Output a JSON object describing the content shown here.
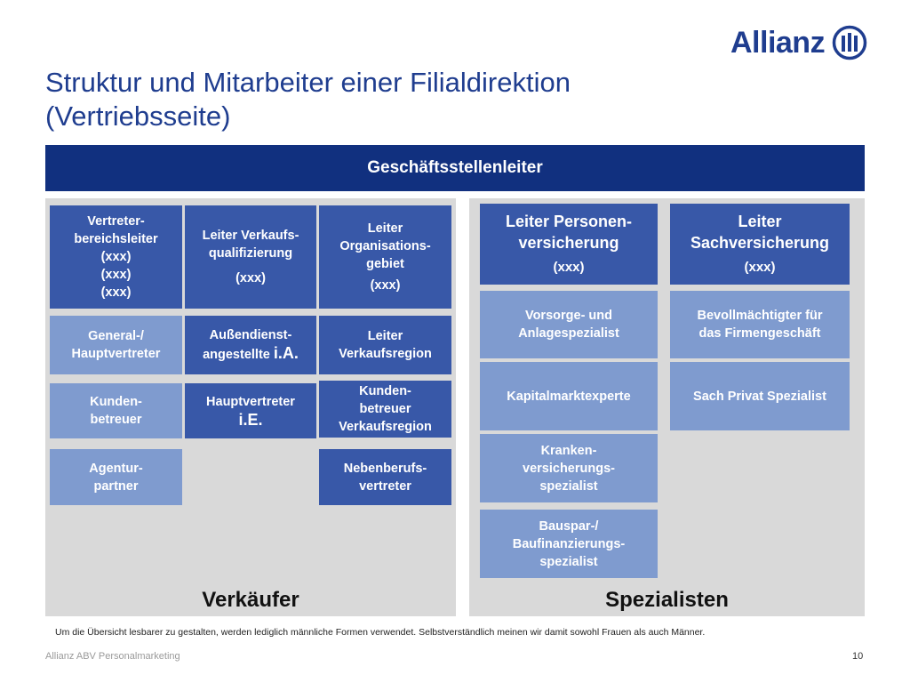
{
  "brand": {
    "name": "Allianz",
    "color": "#1f3d8f"
  },
  "title": {
    "line1": "Struktur und Mitarbeiter einer Filialdirektion",
    "line2": "(Vertriebsseite)"
  },
  "header": "Geschäftsstellenleiter",
  "left_panel": {
    "label": "Verkäufer",
    "top_row": [
      {
        "lines": [
          "Vertreter-",
          "bereichsleiter",
          "(xxx)",
          "(xxx)",
          "(xxx)"
        ]
      },
      {
        "lines": [
          "Leiter Verkaufs-",
          "qualifizierung",
          "(xxx)"
        ]
      },
      {
        "lines": [
          "Leiter",
          "Organisations-",
          "gebiet",
          "(xxx)"
        ]
      }
    ],
    "col1": [
      {
        "lines": [
          "General-/",
          "Hauptvertreter"
        ]
      },
      {
        "lines": [
          "Kunden-",
          "betreuer"
        ]
      },
      {
        "lines": [
          "Agentur-",
          "partner"
        ]
      }
    ],
    "col2": [
      {
        "lines": [
          "Außendienst-",
          "angestellte"
        ],
        "suffix": "i.A."
      },
      {
        "lines": [
          "Hauptvertreter"
        ],
        "suffix": "i.E."
      }
    ],
    "col3": [
      {
        "lines": [
          "Leiter",
          "Verkaufsregion"
        ]
      },
      {
        "lines": [
          "Kunden-",
          "betreuer",
          "Verkaufsregion"
        ]
      },
      {
        "lines": [
          "Nebenberufs-",
          "vertreter"
        ]
      }
    ]
  },
  "right_panel": {
    "label": "Spezialisten",
    "lead1": {
      "lines": [
        "Leiter Personen-",
        "versicherung"
      ],
      "sub": "(xxx)"
    },
    "lead2": {
      "lines": [
        "Leiter",
        "Sachversicherung"
      ],
      "sub": "(xxx)"
    },
    "col1": [
      {
        "lines": [
          "Vorsorge- und",
          "Anlagespezialist"
        ]
      },
      {
        "lines": [
          "Kapitalmarktexperte"
        ]
      },
      {
        "lines": [
          "Kranken-",
          "versicherungs-",
          "spezialist"
        ]
      },
      {
        "lines": [
          "Bauspar-/",
          "Baufinanzierungs-",
          "spezialist"
        ]
      }
    ],
    "col2": [
      {
        "lines": [
          "Bevollmächtigter für",
          "das Firmengeschäft"
        ]
      },
      {
        "lines": [
          "Sach Privat Spezialist"
        ]
      }
    ]
  },
  "footnote": "Um die Übersicht lesbarer zu gestalten, werden lediglich männliche Formen verwendet. Selbstverständlich meinen wir damit sowohl Frauen als auch Männer.",
  "footer": {
    "source": "Allianz ABV Personalmarketing",
    "page": "10"
  }
}
